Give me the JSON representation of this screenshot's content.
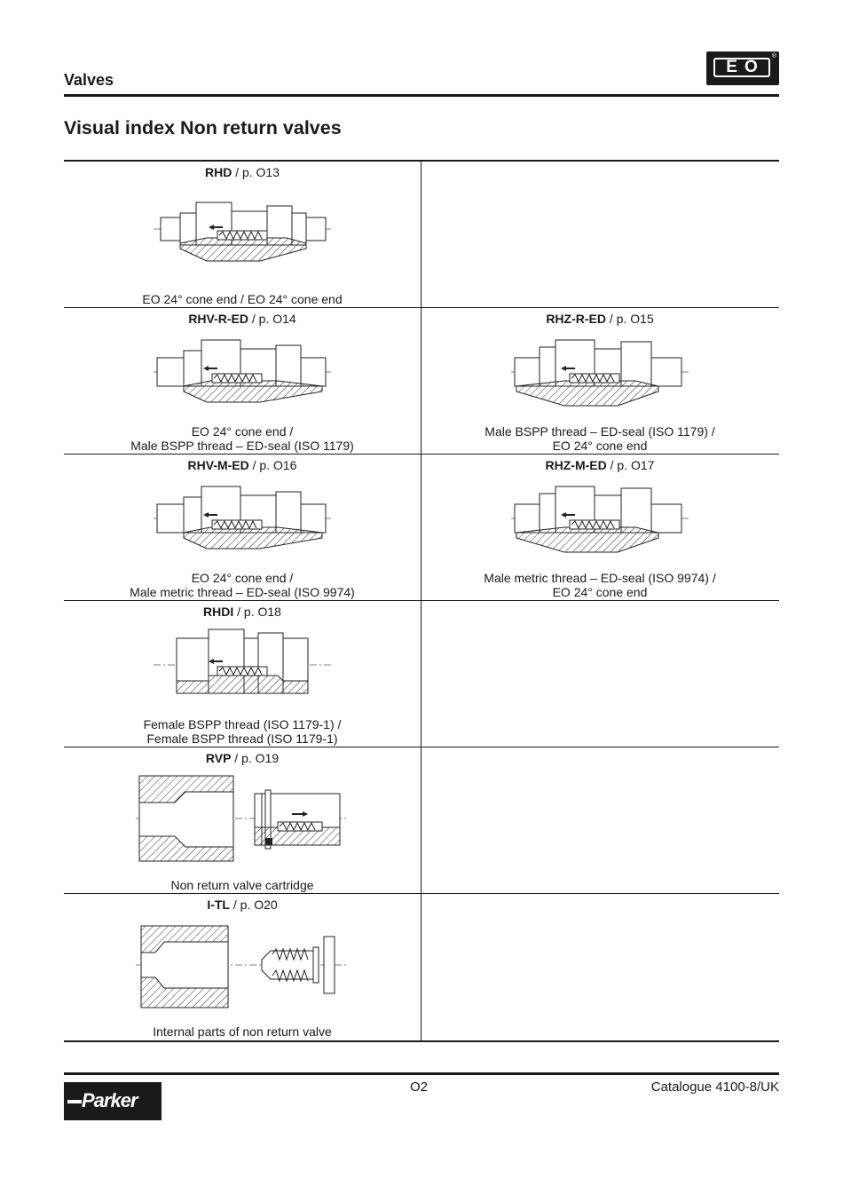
{
  "header": {
    "section": "Valves",
    "brand_logo_text": "EO",
    "brand_logo_reg": "®"
  },
  "title": "Visual index Non return valves",
  "rows": [
    {
      "left": {
        "code": "RHD",
        "page": " / p. O13",
        "caption": [
          "EO 24° cone end / EO 24° cone end"
        ]
      },
      "right": null
    },
    {
      "left": {
        "code": "RHV-R-ED",
        "page": " / p. O14",
        "caption": [
          "EO 24° cone end /",
          "Male BSPP thread – ED-seal (ISO 1179)"
        ]
      },
      "right": {
        "code": "RHZ-R-ED",
        "page": " / p. O15",
        "caption": [
          "Male BSPP thread – ED-seal (ISO 1179) /",
          "EO 24° cone end"
        ]
      }
    },
    {
      "left": {
        "code": "RHV-M-ED",
        "page": " / p. O16",
        "caption": [
          "EO 24° cone end /",
          "Male metric thread – ED-seal (ISO 9974)"
        ]
      },
      "right": {
        "code": "RHZ-M-ED",
        "page": " / p. O17",
        "caption": [
          "Male metric thread – ED-seal (ISO 9974) /",
          "EO 24° cone end"
        ]
      }
    },
    {
      "left": {
        "code": "RHDI",
        "page": " / p. O18",
        "caption": [
          "Female BSPP thread (ISO 1179-1) /",
          "Female BSPP thread (ISO 1179-1)"
        ]
      },
      "right": null
    },
    {
      "left": {
        "code": "RVP",
        "page": " / p. O19",
        "caption": [
          "Non return valve cartridge"
        ]
      },
      "right": null
    },
    {
      "left": {
        "code": "I-TL",
        "page": " / p. O20",
        "caption": [
          "Internal parts of non return valve"
        ]
      },
      "right": null
    }
  ],
  "footer": {
    "page_number": "O2",
    "catalogue": "Catalogue 4100-8/UK",
    "parker_logo_text": "Parker"
  }
}
